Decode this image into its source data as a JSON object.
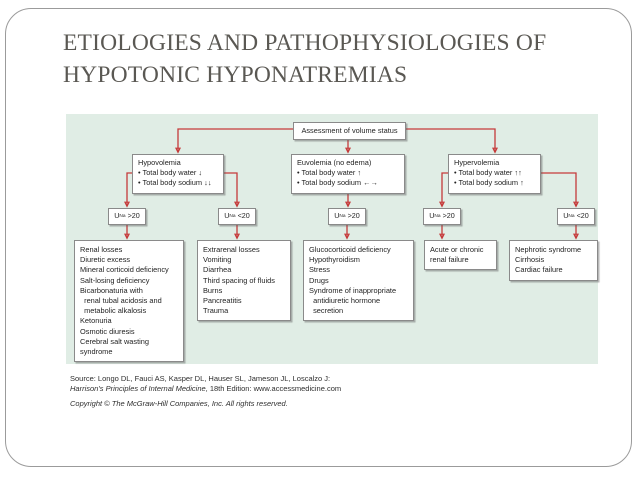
{
  "slide": {
    "title_line1": "ETIOLOGIES AND PATHOPHYSIOLOGIES OF",
    "title_line2": "HYPOTONIC HYPONATREMIAS"
  },
  "flowchart": {
    "root_label": "Assessment of volume status",
    "categories": [
      {
        "title": "Hypovolemia",
        "bullet1": "• Total body water ↓",
        "bullet2": "• Total body sodium ↓↓"
      },
      {
        "title": "Euvolemia (no edema)",
        "bullet1": "• Total body water ↑",
        "bullet2": "• Total body sodium ←→"
      },
      {
        "title": "Hypervolemia",
        "bullet1": "• Total body water ↑↑",
        "bullet2": "• Total body sodium ↑"
      }
    ],
    "una_nodes": [
      {
        "pre": "U",
        "sub": "Na",
        "value": ">20"
      },
      {
        "pre": "U",
        "sub": "Na",
        "value": "<20"
      },
      {
        "pre": "U",
        "sub": "Na",
        "value": ">20"
      },
      {
        "pre": "U",
        "sub": "Na",
        "value": ">20"
      },
      {
        "pre": "U",
        "sub": "Na",
        "value": "<20"
      }
    ],
    "causes": [
      {
        "lines": [
          "Renal losses",
          "Diuretic excess",
          "Mineral corticoid deficiency",
          "Salt-losing deficiency",
          "Bicarbonaturia with",
          "  renal tubal acidosis and",
          "  metabolic alkalosis",
          "Ketonuria",
          "Osmotic diuresis",
          "Cerebral salt wasting",
          "syndrome"
        ]
      },
      {
        "lines": [
          "Extrarenal losses",
          "Vomiting",
          "Diarrhea",
          "Third spacing of fluids",
          "Burns",
          "Pancreatitis",
          "Trauma"
        ]
      },
      {
        "lines": [
          "Glucocorticoid deficiency",
          "Hypothyroidism",
          "Stress",
          "Drugs",
          "Syndrome of inappropriate",
          "  antidiuretic hormone",
          "  secretion"
        ]
      },
      {
        "lines": [
          "Acute or chronic",
          "renal failure"
        ]
      },
      {
        "lines": [
          "Nephrotic syndrome",
          "Cirrhosis",
          "Cardiac failure"
        ]
      }
    ]
  },
  "source": {
    "line1": "Source: Longo DL, Fauci AS, Kasper DL, Hauser SL, Jameson JL, Loscalzo J:",
    "line2_italic": "Harrison's Principles of Internal Medicine",
    "line2_rest": ", 18th Edition: www.accessmedicine.com",
    "line3": "Copyright © The McGraw-Hill Companies, Inc. All rights reserved."
  },
  "colors": {
    "panel_green": "#e0ede5",
    "arrow_red": "#c53b3b",
    "box_border": "#8a8a8a",
    "frame_gray": "#9b9b9b",
    "title_gray": "#5a5853",
    "text_dark": "#1f1f1f"
  }
}
